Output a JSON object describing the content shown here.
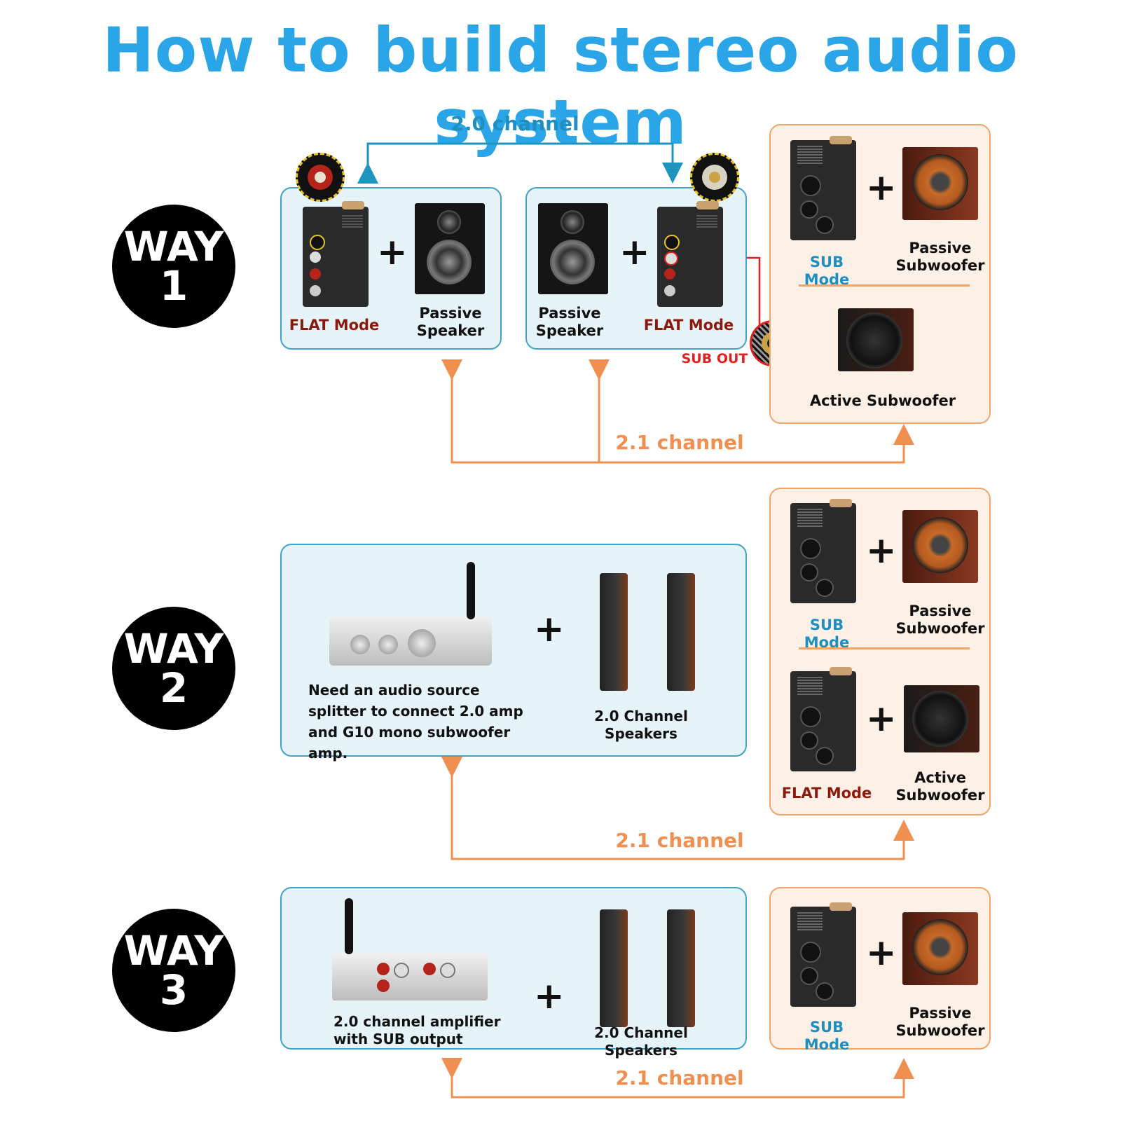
{
  "title": "How to build stereo audio system",
  "ways": [
    {
      "word": "WAY",
      "num": "1"
    },
    {
      "word": "WAY",
      "num": "2"
    },
    {
      "word": "WAY",
      "num": "3"
    }
  ],
  "channels": {
    "two_zero": "2.0 channel",
    "two_one": "2.1 channel"
  },
  "plus": "+",
  "labels": {
    "flat_mode": "FLAT Mode",
    "sub_mode": "SUB Mode",
    "passive_speaker": "Passive Speaker",
    "passive_subwoofer": "Passive Subwoofer",
    "active_subwoofer": "Active Subwoofer",
    "active_subwoofer_2": "Active Subwoofer",
    "sub_out": "SUB OUT",
    "splitter_note": "Need an audio source splitter to connect 2.0 amp and G10 mono subwoofer amp.",
    "two_ch_speakers": "2.0 Channel Speakers",
    "two_ch_amp": "2.0 channel amplifier with SUB output"
  },
  "colors": {
    "title": "#2aa6e8",
    "blue_line": "#1e95bf",
    "orange_line": "#f09050",
    "red": "#e02020"
  }
}
